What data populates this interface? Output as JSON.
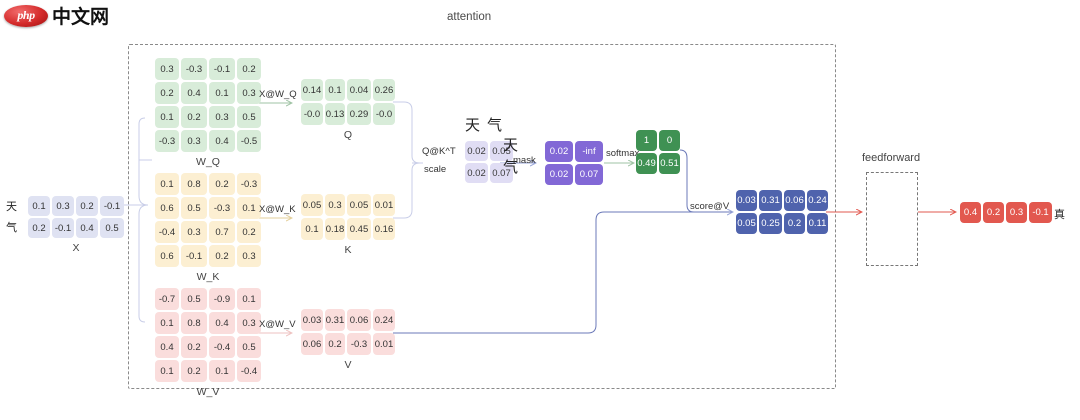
{
  "logo": {
    "badge": "php",
    "text": "中文网"
  },
  "diagram": {
    "title": "attention",
    "feedforward_label": "feedforward",
    "operations": {
      "xwq": "X@W_Q",
      "xwk": "X@W_K",
      "xwv": "X@W_V",
      "qkt": "Q@K^T",
      "scale": "scale",
      "mask": "mask",
      "softmax": "softmax",
      "score_v": "score@V"
    },
    "tokens": {
      "first": "天",
      "second": "气",
      "output": "真"
    },
    "matrices": {
      "X": {
        "caption": "X",
        "row_labels": [
          "天",
          "气"
        ],
        "rows": [
          [
            "0.1",
            "0.3",
            "0.2",
            "-0.1"
          ],
          [
            "0.2",
            "-0.1",
            "0.4",
            "0.5"
          ]
        ]
      },
      "W_Q": {
        "caption": "W_Q",
        "rows": [
          [
            "0.3",
            "-0.3",
            "-0.1",
            "0.2"
          ],
          [
            "0.2",
            "0.4",
            "0.1",
            "0.3"
          ],
          [
            "0.1",
            "0.2",
            "0.3",
            "0.5"
          ],
          [
            "-0.3",
            "0.3",
            "0.4",
            "-0.5"
          ]
        ]
      },
      "W_K": {
        "caption": "W_K",
        "rows": [
          [
            "0.1",
            "0.8",
            "0.2",
            "-0.3"
          ],
          [
            "0.6",
            "0.5",
            "-0.3",
            "0.1"
          ],
          [
            "-0.4",
            "0.3",
            "0.7",
            "0.2"
          ],
          [
            "0.6",
            "-0.1",
            "0.2",
            "0.3"
          ]
        ]
      },
      "W_V": {
        "caption": "W_V",
        "rows": [
          [
            "-0.7",
            "0.5",
            "-0.9",
            "0.1"
          ],
          [
            "0.1",
            "0.8",
            "0.4",
            "0.3"
          ],
          [
            "0.4",
            "0.2",
            "-0.4",
            "0.5"
          ],
          [
            "0.1",
            "0.2",
            "0.1",
            "-0.4"
          ]
        ]
      },
      "Q": {
        "caption": "Q",
        "rows": [
          [
            "0.14",
            "0.1",
            "0.04",
            "0.26"
          ],
          [
            "-0.0",
            "0.13",
            "0.29",
            "-0.0"
          ]
        ]
      },
      "K": {
        "caption": "K",
        "rows": [
          [
            "0.05",
            "0.3",
            "0.05",
            "0.01"
          ],
          [
            "0.1",
            "0.18",
            "0.45",
            "0.16"
          ]
        ]
      },
      "V": {
        "caption": "V",
        "rows": [
          [
            "0.03",
            "0.31",
            "0.06",
            "0.24"
          ],
          [
            "0.06",
            "0.2",
            "-0.3",
            "0.01"
          ]
        ]
      },
      "scores": {
        "caption": "",
        "col_labels": [
          "天",
          "气"
        ],
        "row_labels": [
          "天",
          "气"
        ],
        "rows": [
          [
            "0.02",
            "0.05"
          ],
          [
            "0.02",
            "0.07"
          ]
        ]
      },
      "masked": {
        "caption": "",
        "rows": [
          [
            "0.02",
            "-inf"
          ],
          [
            "0.02",
            "0.07"
          ]
        ]
      },
      "softmax": {
        "caption": "",
        "rows": [
          [
            "1",
            "0"
          ],
          [
            "0.49",
            "0.51"
          ]
        ]
      },
      "context": {
        "caption": "",
        "rows": [
          [
            "0.03",
            "0.31",
            "0.06",
            "0.24"
          ],
          [
            "0.05",
            "0.25",
            "0.2",
            "0.11"
          ]
        ]
      },
      "output": {
        "caption": "",
        "rows": [
          [
            "0.4",
            "0.2",
            "0.3",
            "-0.1"
          ]
        ]
      }
    },
    "colors": {
      "green": "#d8ecd9",
      "yellow": "#fcefd2",
      "pink": "#fadddc",
      "blue": "#dfe2f2",
      "purple": "#8268d6",
      "dark_green": "#3f9153",
      "indigo": "#4f63ad",
      "red": "#e2584f",
      "lavender": "#e0ddf4"
    }
  }
}
